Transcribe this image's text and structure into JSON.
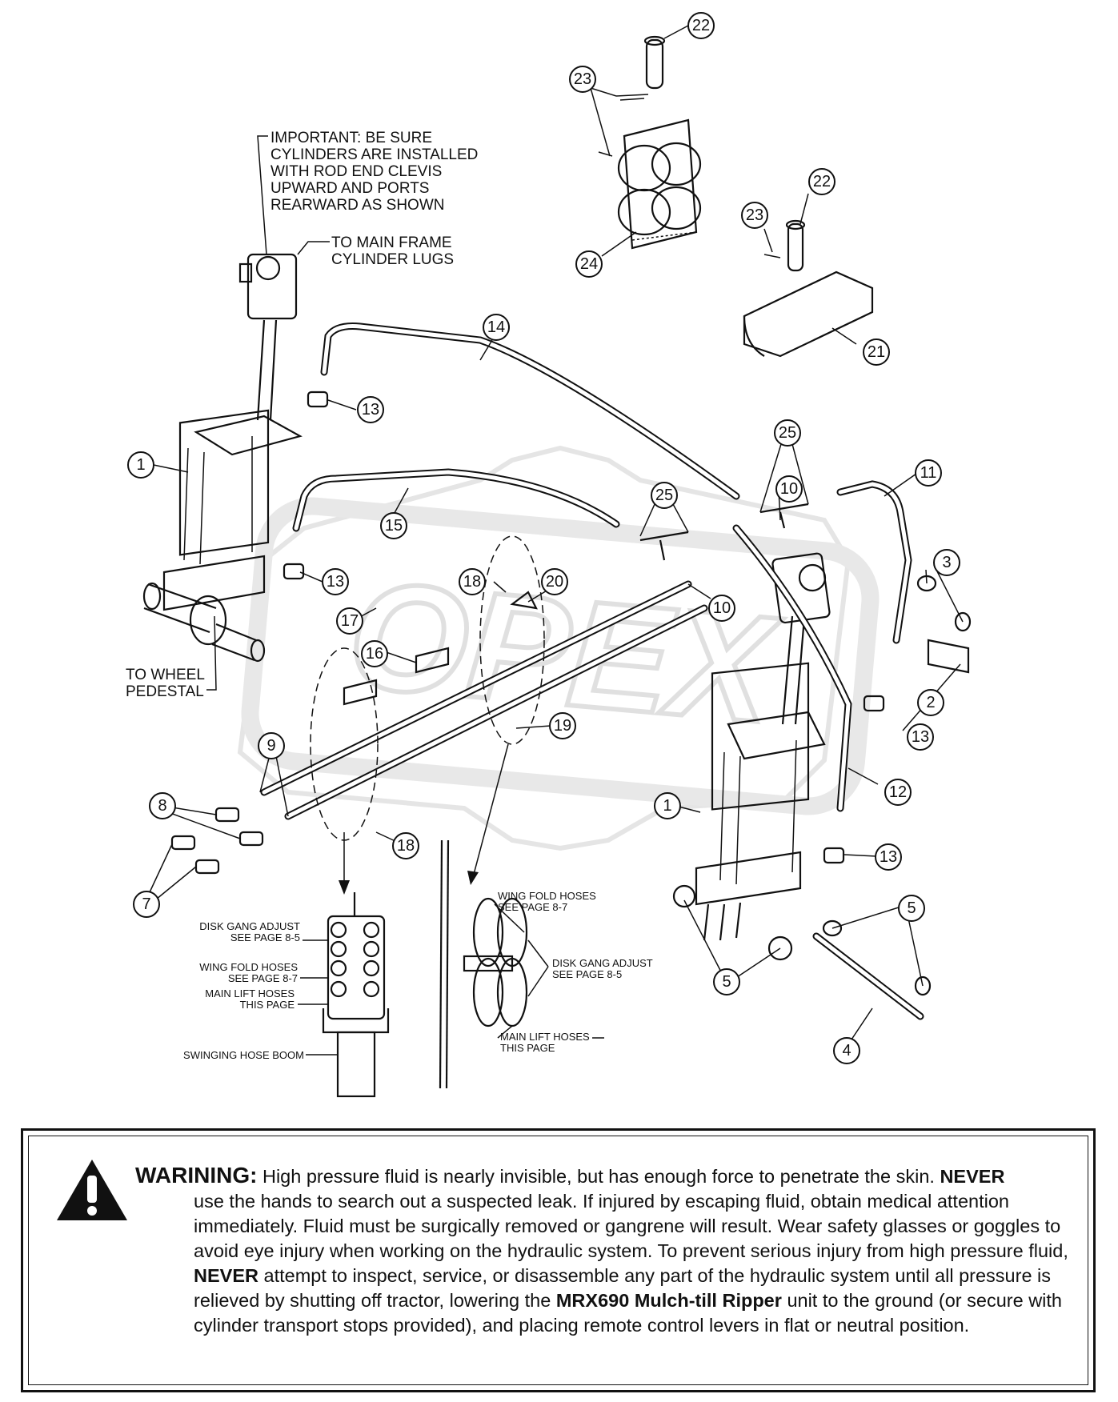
{
  "notes": {
    "important": [
      "IMPORTANT: BE SURE",
      "CYLINDERS ARE INSTALLED",
      "WITH ROD END CLEVIS",
      "UPWARD AND PORTS",
      "REARWARD AS SHOWN"
    ],
    "main_frame": [
      "TO MAIN FRAME",
      "CYLINDER LUGS"
    ],
    "wheel_pedestal": [
      "TO WHEEL",
      "PEDESTAL"
    ]
  },
  "detail_left": {
    "disk_gang": [
      "DISK GANG ADJUST",
      "SEE PAGE 8-5"
    ],
    "wing_fold": [
      "WING FOLD HOSES",
      "SEE PAGE 8-7"
    ],
    "main_lift": [
      "MAIN LIFT HOSES",
      "THIS PAGE"
    ],
    "boom": "SWINGING HOSE BOOM"
  },
  "detail_right": {
    "wing_fold": [
      "WING FOLD HOSES",
      "SEE PAGE 8-7"
    ],
    "disk_gang": [
      "DISK GANG ADJUST",
      "SEE PAGE 8-5"
    ],
    "main_lift": [
      "MAIN LIFT HOSES",
      "THIS PAGE"
    ]
  },
  "callouts": [
    "22",
    "23",
    "23",
    "22",
    "24",
    "21",
    "14",
    "13",
    "25",
    "1",
    "10",
    "11",
    "15",
    "25",
    "13",
    "18",
    "20",
    "3",
    "10",
    "17",
    "16",
    "2",
    "13",
    "19",
    "9",
    "12",
    "8",
    "1",
    "18",
    "13",
    "7",
    "5",
    "5",
    "5",
    "4"
  ],
  "watermark": "OPEX",
  "warning": {
    "heading": "WARINING:",
    "seg1": "High pressure fluid is nearly invisible, but has enough force to penetrate the skin.",
    "never1": "NEVER",
    "seg2": "use the hands to search out a suspected leak.  If injured by escaping fluid, obtain medical attention immediately.  Fluid must be surgically removed or gangrene will result. Wear safety glasses or goggles to avoid eye injury when working on the hydraulic system.  To prevent serious injury from high pressure fluid,",
    "never2": "NEVER",
    "seg3": "attempt to inspect, service, or disassemble any part of the hydraulic system until all pressure is relieved by shutting off tractor, lowering the",
    "product": "MRX690 Mulch-till Ripper",
    "seg4": "unit to the ground (or secure with cylinder transport stops provided), and placing remote control levers in flat or neutral position."
  },
  "colors": {
    "ink": "#111111",
    "watermark": "#d6d6d6",
    "background": "#ffffff"
  }
}
